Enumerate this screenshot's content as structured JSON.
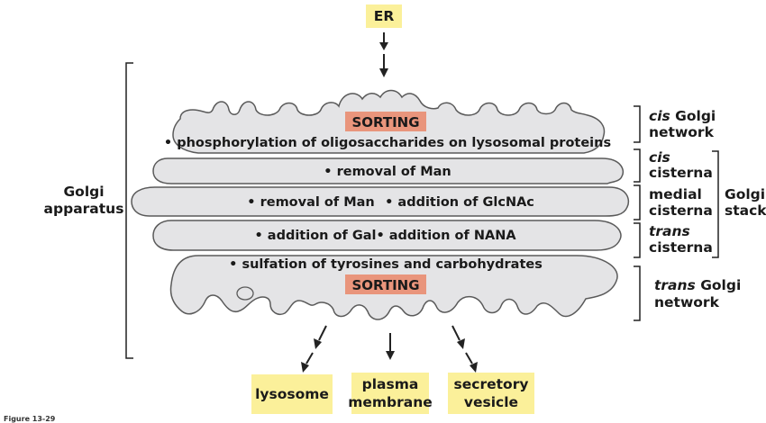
{
  "entry": {
    "er_label": "ER"
  },
  "cis_network": {
    "sorting_label": "SORTING",
    "task": "phosphorylation of oligosaccharides on lysosomal proteins"
  },
  "cisterna_cis": {
    "task": "removal of Man"
  },
  "cisterna_medial": {
    "task_1": "removal of Man",
    "task_2": "addition of GlcNAc"
  },
  "cisterna_trans": {
    "task_1": "addition of Gal",
    "task_2": "addition of NANA"
  },
  "trans_network": {
    "task": "sulfation of tyrosines and carbohydrates",
    "sorting_label": "SORTING"
  },
  "destinations": {
    "lysosome": "lysosome",
    "plasma_membrane_line1": "plasma",
    "plasma_membrane_line2": "membrane",
    "secretory_vesicle_line1": "secretory",
    "secretory_vesicle_line2": "vesicle"
  },
  "left_bracket": {
    "line1": "Golgi",
    "line2": "apparatus"
  },
  "right_labels": {
    "cis_golgi_network_italic": "cis",
    "cis_golgi_network_rest": "Golgi",
    "cis_golgi_network_line2": "network",
    "cis_cisterna_italic": "cis",
    "cis_cisterna_line2": "cisterna",
    "medial_cisterna_line1": "medial",
    "medial_cisterna_line2": "cisterna",
    "trans_cisterna_italic": "trans",
    "trans_cisterna_line2": "cisterna",
    "trans_golgi_network_italic": "trans",
    "trans_golgi_network_rest": "Golgi",
    "trans_golgi_network_line2": "network",
    "golgi_stack_line1": "Golgi",
    "golgi_stack_line2": "stack"
  },
  "caption": "Figure 13-29",
  "colors": {
    "compartment_fill": "#e4e4e6",
    "compartment_stroke": "#5a5a5a",
    "box_yellow": "#fbf09a",
    "sorting_salmon": "#e9957c"
  }
}
